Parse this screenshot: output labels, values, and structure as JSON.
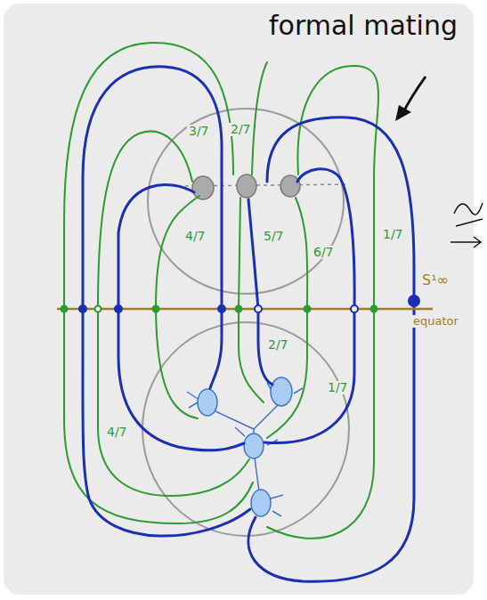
{
  "diagram": {
    "labels": [
      "formal mating",
      "3/7",
      "2/7",
      "4/7",
      "5/7",
      "6/7",
      "1/7",
      "S¹∞",
      "equator",
      "2/7",
      "1/7",
      "4/7"
    ]
  }
}
